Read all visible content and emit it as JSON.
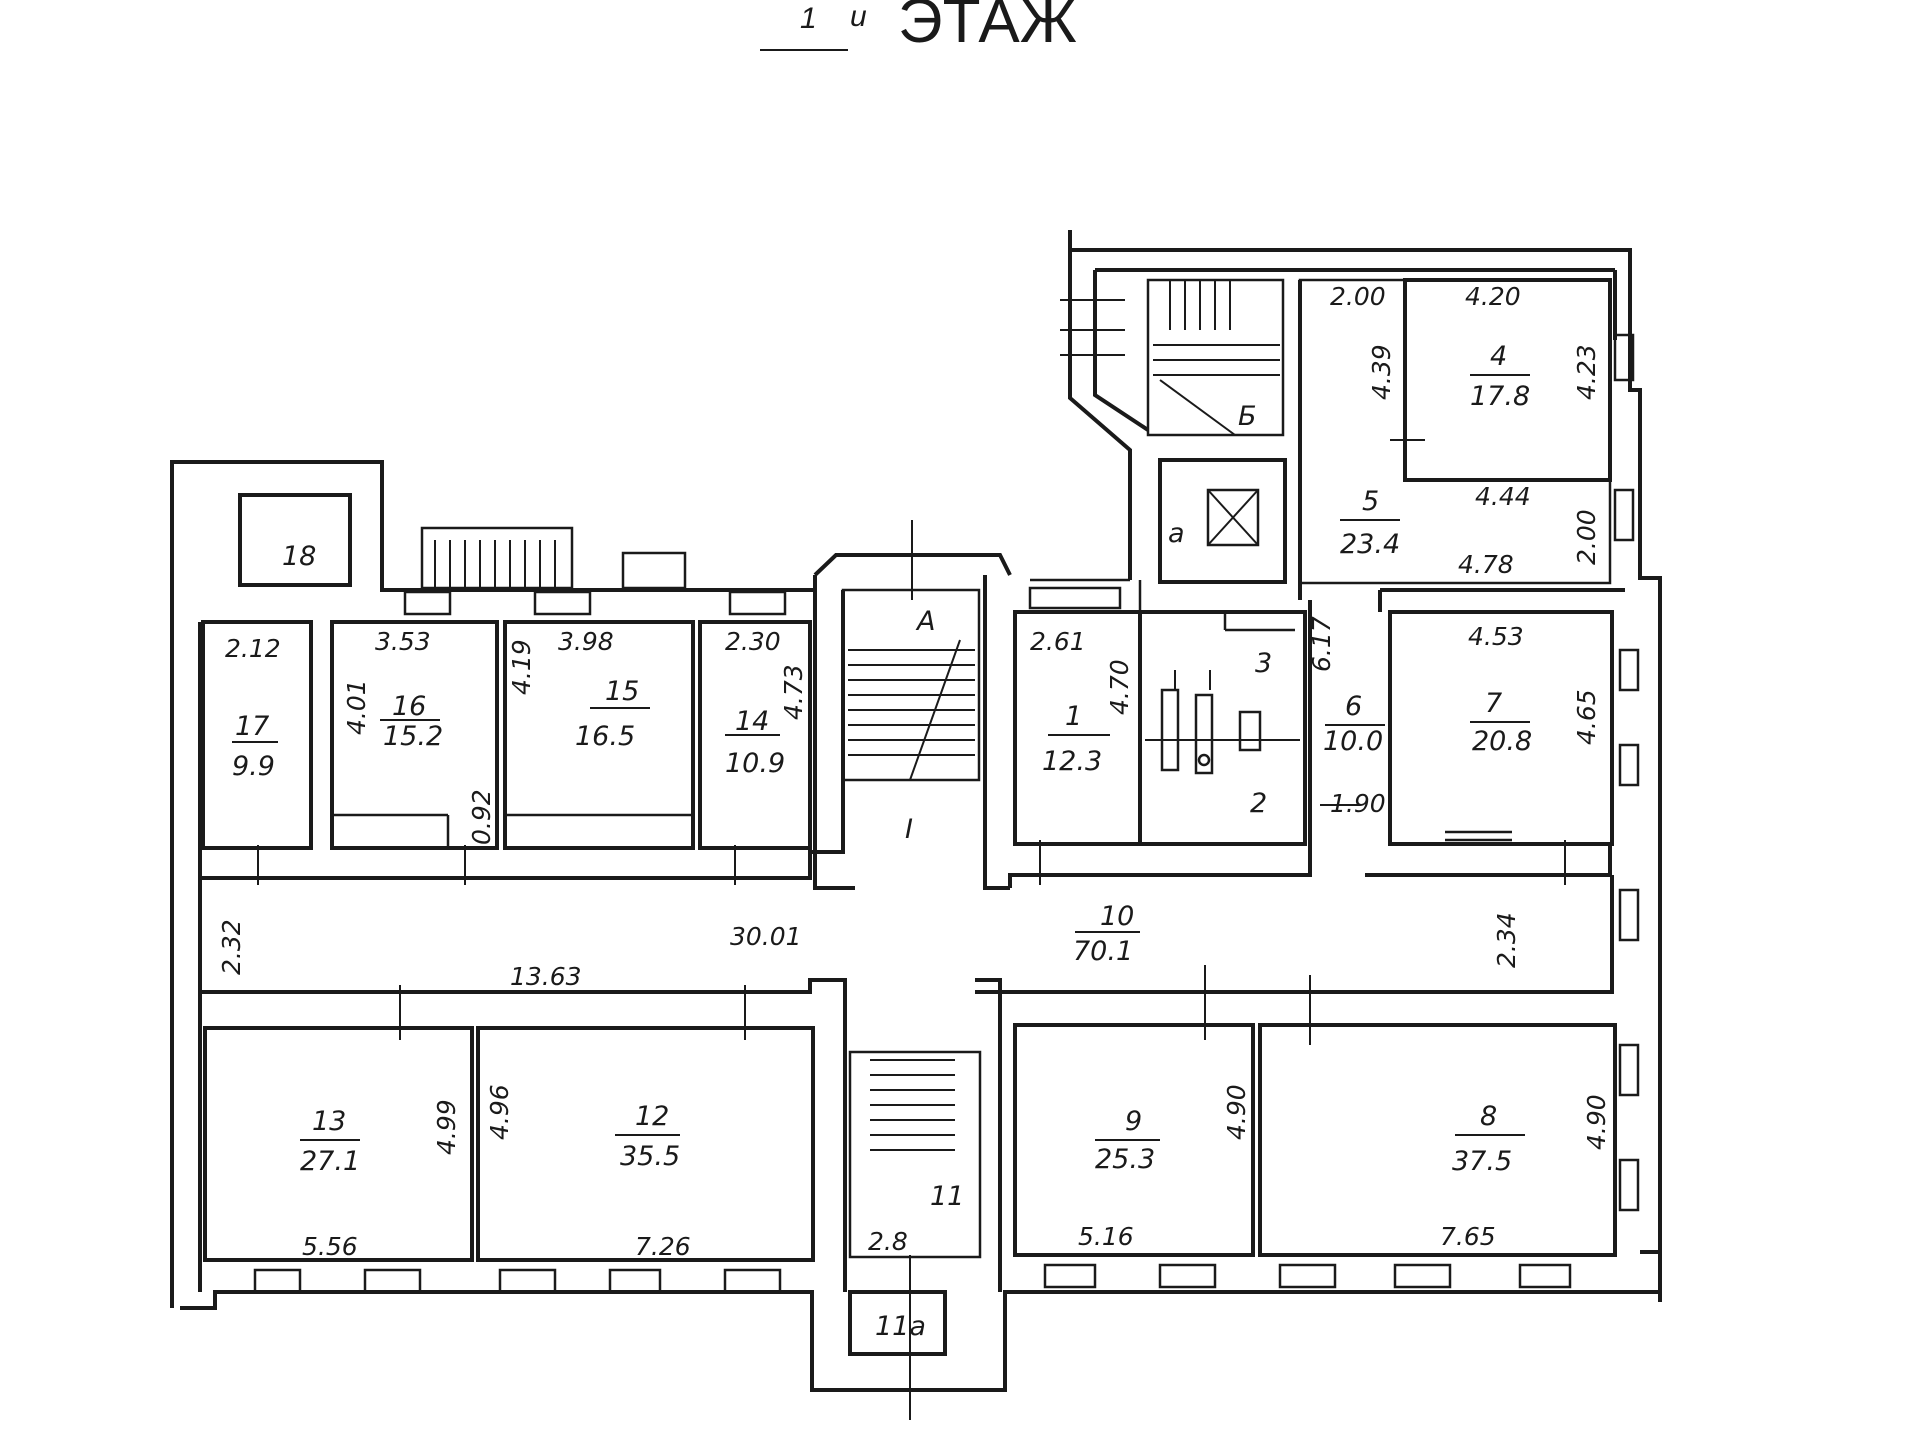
{
  "header": {
    "floor_number": "1",
    "floor_prefix": "и",
    "floor_word": "ЭТАЖ"
  },
  "rooms": {
    "r1": {
      "number": "1",
      "area": "12.3"
    },
    "r2": {
      "number": "2"
    },
    "r3": {
      "number": "3"
    },
    "r4": {
      "number": "4",
      "area": "17.8"
    },
    "r5": {
      "number": "5",
      "area": "23.4"
    },
    "r6": {
      "number": "6",
      "area": "10.0"
    },
    "r7": {
      "number": "7",
      "area": "20.8"
    },
    "r8": {
      "number": "8",
      "area": "37.5"
    },
    "r9": {
      "number": "9",
      "area": "25.3"
    },
    "r10": {
      "number": "10",
      "area": "70.1"
    },
    "r11": {
      "number": "11"
    },
    "r11a": {
      "number": "11а"
    },
    "r12": {
      "number": "12",
      "area": "35.5"
    },
    "r13": {
      "number": "13",
      "area": "27.1"
    },
    "r14": {
      "number": "14",
      "area": "10.9"
    },
    "r15": {
      "number": "15",
      "area": "16.5"
    },
    "r16": {
      "number": "16",
      "area": "15.2"
    },
    "r17": {
      "number": "17",
      "area": "9.9"
    },
    "r18": {
      "number": "18"
    }
  },
  "stairs": {
    "a": "А",
    "b": "Б",
    "elevator": "а",
    "roman": "I"
  },
  "dimensions": {
    "d_200": "2.00",
    "d_420": "4.20",
    "d_439": "4.39",
    "d_423": "4.23",
    "d_444": "4.44",
    "d_478": "4.78",
    "d_200b": "2.00",
    "d_617": "6.17",
    "d_453": "4.53",
    "d_465": "4.65",
    "d_190": "1.90",
    "d_261": "2.61",
    "d_470": "4.70",
    "d_212": "2.12",
    "d_353": "3.53",
    "d_401": "4.01",
    "d_398": "3.98",
    "d_419": "4.19",
    "d_230": "2.30",
    "d_473": "4.73",
    "d_092": "0.92",
    "d_232": "2.32",
    "d_3001": "30.01",
    "d_1363": "13.63",
    "d_234": "2.34",
    "d_499": "4.99",
    "d_496": "4.96",
    "d_556": "5.56",
    "d_726": "7.26",
    "d_490": "4.90",
    "d_490b": "4.90",
    "d_516": "5.16",
    "d_765": "7.65",
    "d_28": "2.8"
  }
}
